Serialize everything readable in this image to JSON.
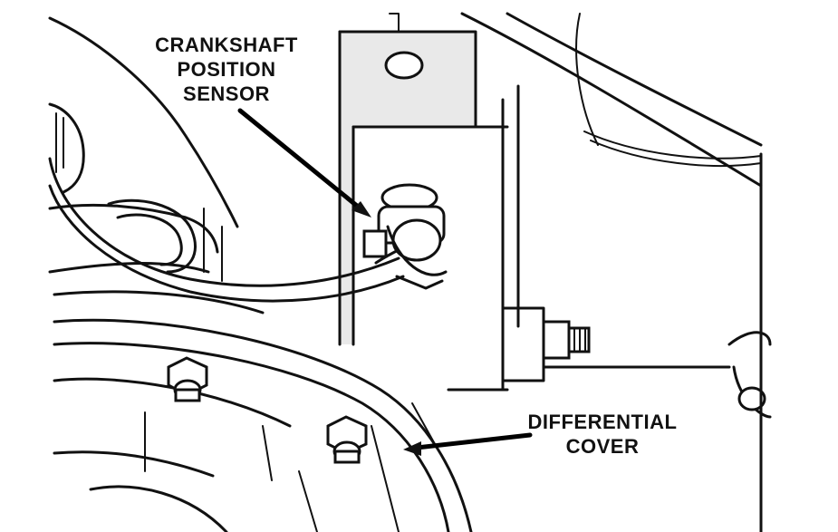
{
  "callouts": {
    "crankshaft_sensor": [
      "CRANKSHAFT",
      "POSITION",
      "SENSOR"
    ],
    "differential_cover": [
      "DIFFERENTIAL",
      "COVER"
    ]
  },
  "colors": {
    "ink": "#111111",
    "background": "#ffffff"
  }
}
